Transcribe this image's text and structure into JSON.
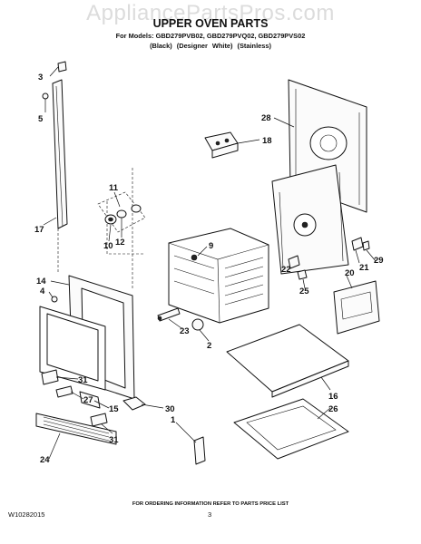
{
  "header": {
    "watermark": "AppliancePartsPros.com",
    "title": "UPPER OVEN PARTS",
    "models_line": "For Models: GBD279PVB02, GBD279PVQ02, GBD279PVS02",
    "colors_line": "(Black)      (Designer White)    (Stainless)"
  },
  "footer": {
    "note": "FOR ORDERING INFORMATION REFER TO PARTS PRICE LIST",
    "doc_id": "W10282015",
    "page": "3"
  },
  "callouts": [
    "3",
    "5",
    "17",
    "11",
    "10",
    "12",
    "9",
    "28",
    "18",
    "22",
    "25",
    "21",
    "29",
    "20",
    "14",
    "4",
    "23",
    "2",
    "31",
    "27",
    "15",
    "31",
    "30",
    "1",
    "24",
    "16",
    "26"
  ]
}
